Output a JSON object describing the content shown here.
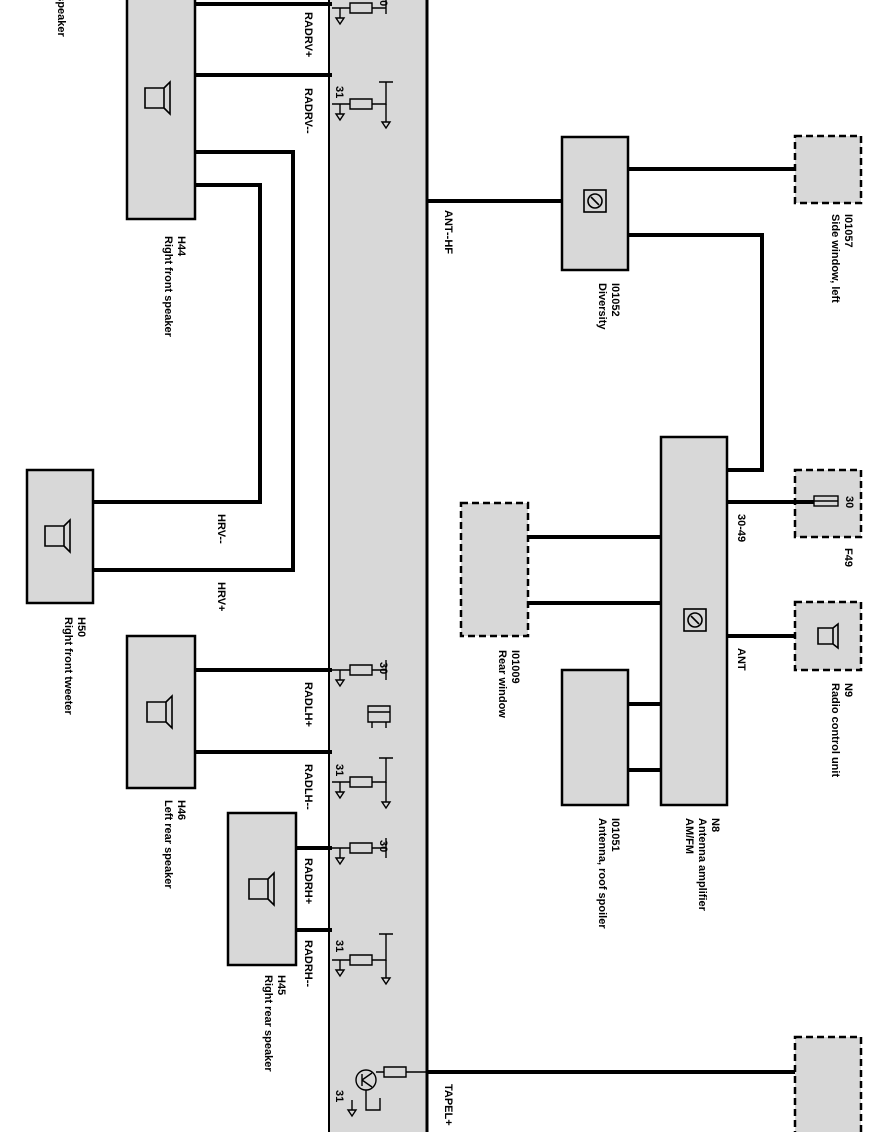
{
  "components": {
    "left_speaker_cut": "Left speaker",
    "h44": {
      "code": "H44",
      "name": "Right front speaker"
    },
    "h50": {
      "code": "H50",
      "name": "Right front tweeter"
    },
    "h46": {
      "code": "H46",
      "name": "Left rear speaker"
    },
    "h45": {
      "code": "H45",
      "name": "Right rear speaker"
    },
    "i01052": {
      "code": "I01052",
      "name": "Diversity"
    },
    "i01057": {
      "code": "I01057",
      "name": "Side window, left"
    },
    "i01009": {
      "code": "I01009",
      "name": "Rear window"
    },
    "i01051": {
      "code": "I01051",
      "name": "Antenna, roof spoiler"
    },
    "n8": {
      "code": "N8",
      "name": "Antenna amplifier",
      "name2": "AM/FM"
    },
    "n9": {
      "code": "N9",
      "name": "Radio control unit"
    },
    "f49": {
      "code": "F49"
    }
  },
  "signals": {
    "radrv_plus": "RADRV+",
    "radrv_minus": "RADRV--",
    "ant_hf": "ANT--HF",
    "hrv_minus": "HRV--",
    "hrv_plus": "HRV+",
    "radlh_plus": "RADLH+",
    "radlh_minus": "RADLH--",
    "radrh_plus": "RADRH+",
    "radrh_minus": "RADRH--",
    "tapel_plus": "TAPEL+",
    "p30_49": "30-49",
    "ant": "ANT"
  },
  "terminals": {
    "t30": "30",
    "t31": "31"
  }
}
